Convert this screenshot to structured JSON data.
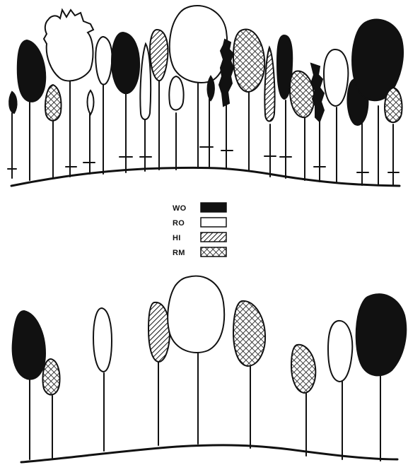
{
  "legend": [
    {
      "code": "WO",
      "fill": "solid-black"
    },
    {
      "code": "RO",
      "fill": "white"
    },
    {
      "code": "HI",
      "fill": "diagonal-hatch"
    },
    {
      "code": "RM",
      "fill": "crosshatch"
    }
  ],
  "colors": {
    "ink": "#111111",
    "paper": "#ffffff"
  },
  "panels": [
    {
      "name": "upper-stand",
      "cut_marks": true
    },
    {
      "name": "lower-stand",
      "cut_marks": false
    }
  ]
}
